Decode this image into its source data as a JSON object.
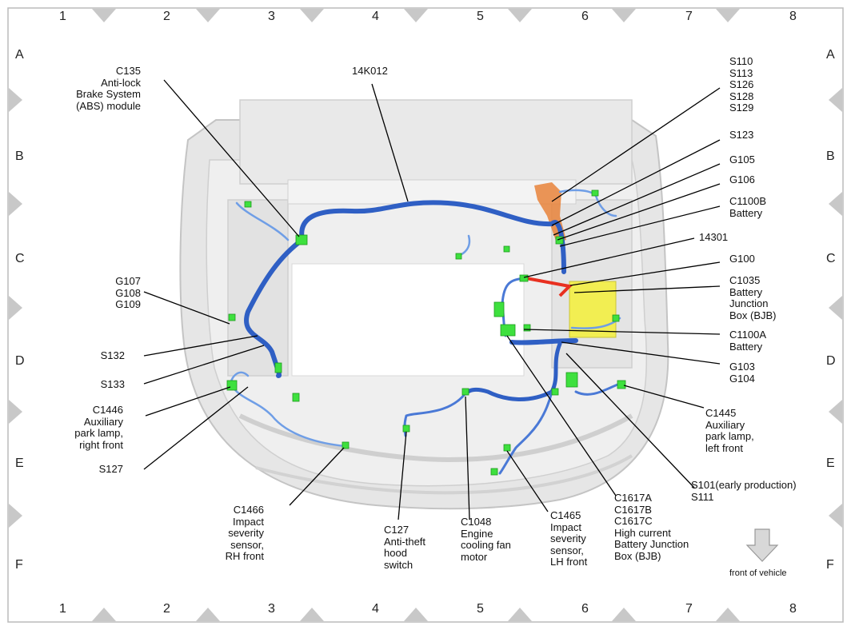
{
  "grid": {
    "columns": [
      "1",
      "2",
      "3",
      "4",
      "5",
      "6",
      "7",
      "8"
    ],
    "rows": [
      "A",
      "B",
      "C",
      "D",
      "E",
      "F"
    ]
  },
  "labels": {
    "c135": "C135\nAnti-lock\nBrake System\n(ABS) module",
    "k14012": "14K012",
    "s110group": "S110\nS113\nS126\nS128\nS129",
    "s123": "S123",
    "g105": "G105",
    "g106": "G106",
    "c1100b": "C1100B\nBattery",
    "p14301": "14301",
    "g100": "G100",
    "c1035": "C1035\nBattery\nJunction\nBox (BJB)",
    "c1100a": "C1100A\nBattery",
    "g103": "G103\nG104",
    "c1445": "C1445\nAuxiliary\npark lamp,\nleft front",
    "s101": "S101(early production)\nS111",
    "g107": "G107\nG108\nG109",
    "s132": "S132",
    "s133": "S133",
    "c1446": "C1446\nAuxiliary\npark lamp,\nright front",
    "s127": "S127",
    "c1466": "C1466\nImpact\nseverity\nsensor,\nRH front",
    "c127": "C127\nAnti-theft\nhood\nswitch",
    "c1048": "C1048\nEngine\ncooling fan\nmotor",
    "c1465": "C1465\nImpact\nseverity\nsensor,\nLH front",
    "c1617": "C1617A\nC1617B\nC1617C\nHigh current\nBattery Junction\nBox (BJB)",
    "front": "front of vehicle"
  },
  "colors": {
    "harness": "#2f5fc4",
    "harness_light": "#6f9ee6",
    "connector": "#3ee03e",
    "battery_box": "#f2ee52",
    "battery_cable": "#e83020",
    "junction": "#e8823a",
    "vehicle": "#dcdcdc",
    "frame_tri": "#c8c8c8"
  }
}
